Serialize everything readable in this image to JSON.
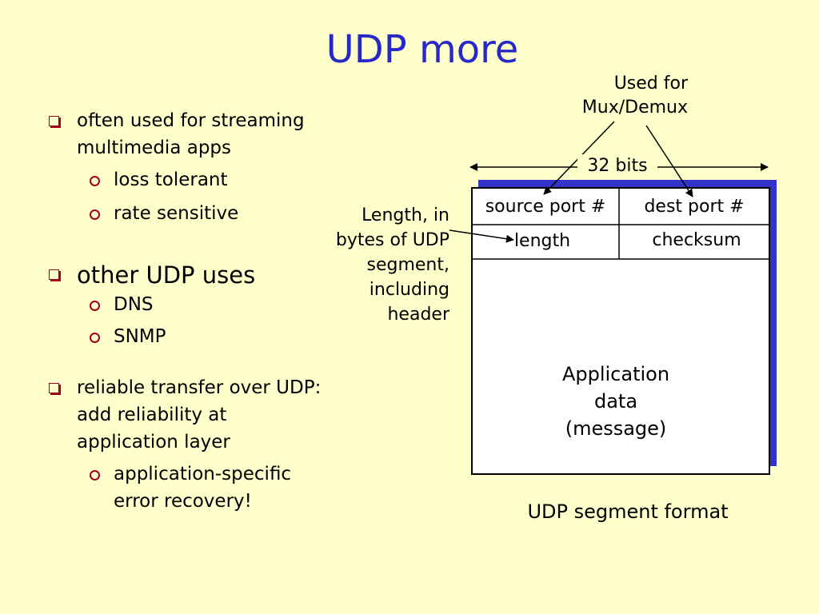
{
  "title": "UDP more",
  "bullets": {
    "b1_line1": "often used for streaming",
    "b1_line2": "multimedia apps",
    "b1_sub1": "loss tolerant",
    "b1_sub2": "rate sensitive",
    "b2": "other UDP uses",
    "b2_sub1": "DNS",
    "b2_sub2": "SNMP",
    "b3_line1": "reliable transfer over UDP:",
    "b3_line2": "add reliability at",
    "b3_line3": "application layer",
    "b3_sub1_line1": "application-specific",
    "b3_sub1_line2": "error recovery!"
  },
  "diagram": {
    "used_for_line1": "Used for",
    "used_for_line2": "Mux/Demux",
    "width_label": "32 bits",
    "length_note": [
      "Length, in",
      "bytes of UDP",
      "segment,",
      "including",
      "header"
    ],
    "fields": {
      "source_port": "source port #",
      "dest_port": "dest port #",
      "length": "length",
      "checksum": "checksum"
    },
    "data_lines": [
      "Application",
      "data",
      "(message)"
    ],
    "caption": "UDP segment format"
  },
  "colors": {
    "background": "#ffffcc",
    "title": "#2828c8",
    "bullet_marker": "#a0001e",
    "shadow": "#3333cc"
  }
}
